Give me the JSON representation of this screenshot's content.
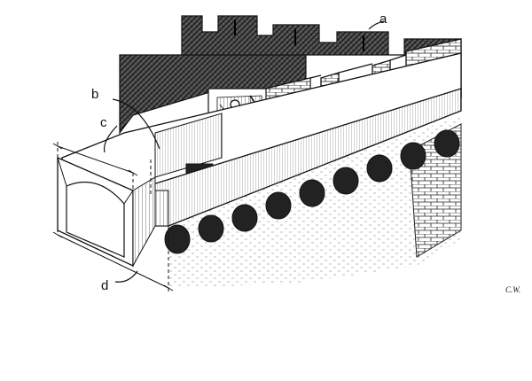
{
  "figure": {
    "labels": {
      "a": "a",
      "b": "b",
      "c": "c",
      "d": "d"
    },
    "signature": "C.W."
  }
}
